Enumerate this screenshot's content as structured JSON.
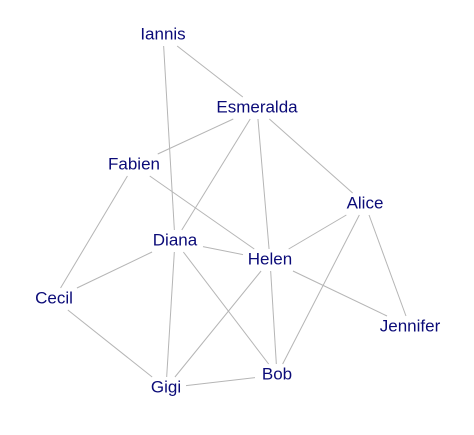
{
  "graph": {
    "nodes": [
      {
        "id": "iannis",
        "label": "Iannis"
      },
      {
        "id": "esmeralda",
        "label": "Esmeralda"
      },
      {
        "id": "fabien",
        "label": "Fabien"
      },
      {
        "id": "alice",
        "label": "Alice"
      },
      {
        "id": "diana",
        "label": "Diana"
      },
      {
        "id": "helen",
        "label": "Helen"
      },
      {
        "id": "cecil",
        "label": "Cecil"
      },
      {
        "id": "jennifer",
        "label": "Jennifer"
      },
      {
        "id": "bob",
        "label": "Bob"
      },
      {
        "id": "gigi",
        "label": "Gigi"
      }
    ],
    "edges": [
      [
        "iannis",
        "esmeralda"
      ],
      [
        "iannis",
        "diana"
      ],
      [
        "esmeralda",
        "fabien"
      ],
      [
        "esmeralda",
        "alice"
      ],
      [
        "esmeralda",
        "diana"
      ],
      [
        "esmeralda",
        "helen"
      ],
      [
        "fabien",
        "helen"
      ],
      [
        "fabien",
        "cecil"
      ],
      [
        "alice",
        "helen"
      ],
      [
        "alice",
        "bob"
      ],
      [
        "alice",
        "jennifer"
      ],
      [
        "diana",
        "cecil"
      ],
      [
        "diana",
        "gigi"
      ],
      [
        "diana",
        "bob"
      ],
      [
        "diana",
        "helen"
      ],
      [
        "helen",
        "gigi"
      ],
      [
        "helen",
        "bob"
      ],
      [
        "helen",
        "jennifer"
      ],
      [
        "cecil",
        "gigi"
      ],
      [
        "gigi",
        "bob"
      ]
    ],
    "colors": {
      "label": "#0b0b78",
      "edge": "#b5b5b5",
      "background": "#ffffff"
    }
  }
}
